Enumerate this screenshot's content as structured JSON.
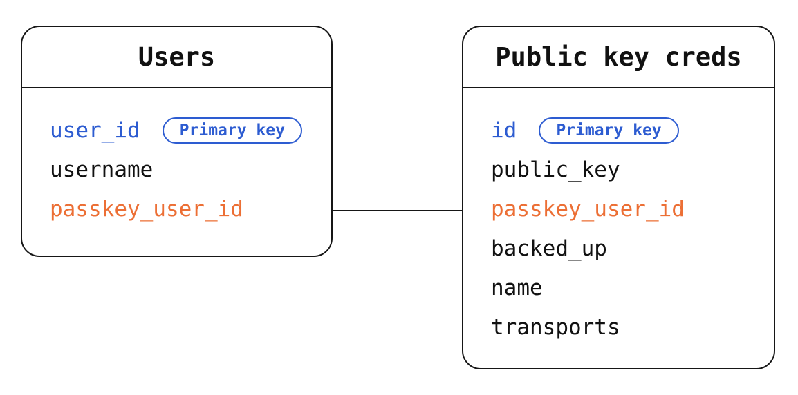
{
  "colors": {
    "accent_blue": "#2d5cd1",
    "accent_orange": "#ec6f35",
    "ink": "#111111",
    "line": "#161616",
    "background": "#ffffff"
  },
  "tables": [
    {
      "title": "Users",
      "fields": [
        {
          "name": "user_id",
          "color": "blue",
          "badge": "Primary key"
        },
        {
          "name": "username",
          "color": "default"
        },
        {
          "name": "passkey_user_id",
          "color": "orange"
        }
      ]
    },
    {
      "title": "Public key creds",
      "fields": [
        {
          "name": "id",
          "color": "blue",
          "badge": "Primary key"
        },
        {
          "name": "public_key",
          "color": "default"
        },
        {
          "name": "passkey_user_id",
          "color": "orange"
        },
        {
          "name": "backed_up",
          "color": "default"
        },
        {
          "name": "name",
          "color": "default"
        },
        {
          "name": "transports",
          "color": "default"
        }
      ]
    }
  ],
  "relationship": {
    "from_table": "Users",
    "from_field": "passkey_user_id",
    "to_table": "Public key creds",
    "to_field": "passkey_user_id"
  }
}
